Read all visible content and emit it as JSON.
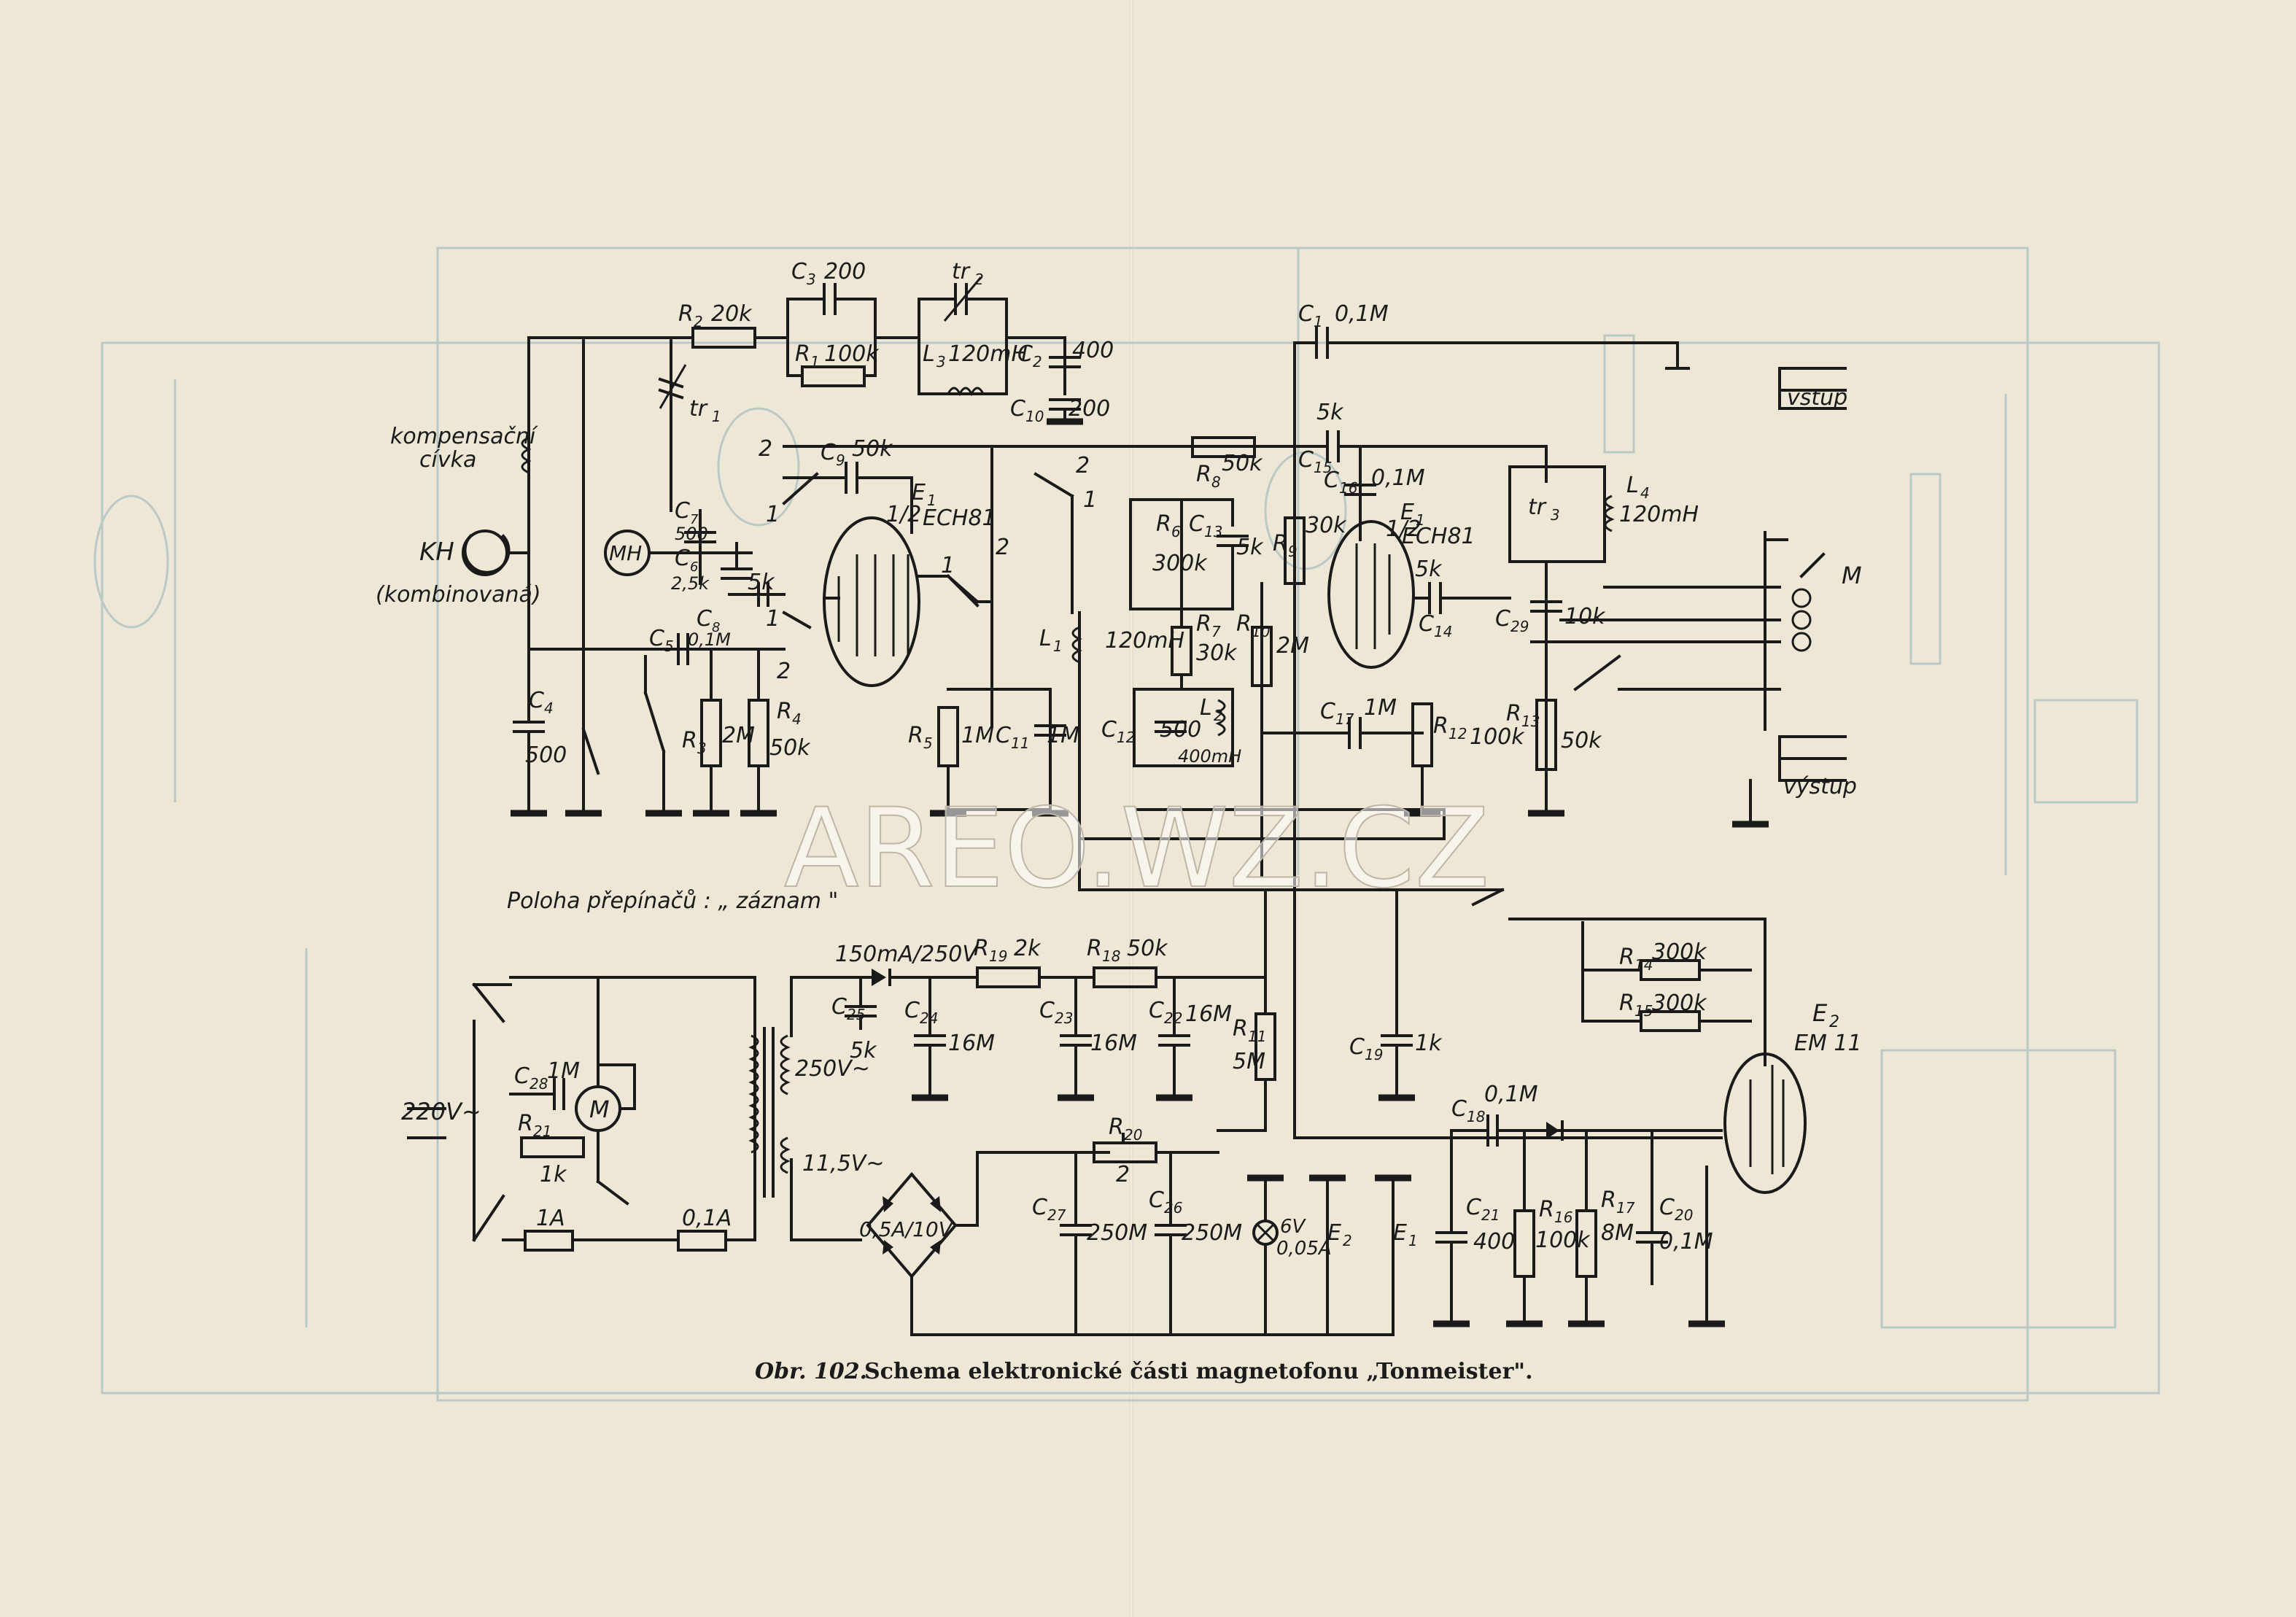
{
  "labels": {
    "R2": "R",
    "R2_sub": "2",
    "R2_val": "20k",
    "C3": "C",
    "C3_sub": "3",
    "C3_val": "200",
    "R1": "R",
    "R1_sub": "1",
    "R1_val": "100k",
    "tr2": "tr",
    "tr2_sub": "2",
    "L3": "L",
    "L3_sub": "3",
    "L3_val": "120mH",
    "C2": "C",
    "C2_sub": "2",
    "C2_val": "400",
    "C10": "C",
    "C10_sub": "10",
    "C10_val": "200",
    "C1": "C",
    "C1_sub": "1",
    "C1_val": "0,1M",
    "tr1": "tr",
    "tr1_sub": "1",
    "kompensacni": "kompensační",
    "civka": "cívka",
    "KH": "KH",
    "kombinovana": "(kombinovaná)",
    "MH": "MH",
    "C7": "C",
    "C7_sub": "7",
    "C7_val": "500",
    "C6": "C",
    "C6_sub": "6",
    "C6_val": "2,5k",
    "C8": "C",
    "C8_sub": "8",
    "C8_val": "5k",
    "C9": "C",
    "C9_sub": "9",
    "C9_val": "50k",
    "E1a": "E",
    "E1a_sub": "1",
    "E1a_half": "1/2",
    "E1a_tube": "ECH81",
    "R8": "R",
    "R8_sub": "8",
    "R8_val": "50k",
    "R6": "R",
    "R6_sub": "6",
    "R6_val": "300k",
    "C13": "C",
    "C13_sub": "13",
    "C13_val": "5k",
    "R7": "R",
    "R7_sub": "7",
    "R7_val": "30k",
    "L1": "L",
    "L1_sub": "1",
    "L1_val": "120mH",
    "R9": "R",
    "R9_sub": "9",
    "R9_val": "30k",
    "R10": "R",
    "R10_sub": "10",
    "R10_val": "2M",
    "C15": "C",
    "C15_sub": "15",
    "C15_val": "5k",
    "C16": "C",
    "C16_sub": "16",
    "C16_val": "0,1M",
    "E1b": "E",
    "E1b_sub": "1",
    "E1b_half": "1/2",
    "E1b_tube": "ECH81",
    "C14": "C",
    "C14_sub": "14",
    "C14_val": "5k",
    "tr3": "tr",
    "tr3_sub": "3",
    "L4": "L",
    "L4_sub": "4",
    "L4_val": "120mH",
    "C29": "C",
    "C29_sub": "29",
    "C29_val": "10k",
    "M_head": "M",
    "vstup": "vstup",
    "vystup": "výstup",
    "R13": "R",
    "R13_sub": "13",
    "R13_val": "50k",
    "R12": "R",
    "R12_sub": "12",
    "R12_val": "100k",
    "C17": "C",
    "C17_sub": "17",
    "C17_val": "1M",
    "C12": "C",
    "C12_sub": "12",
    "C12_val": "500",
    "L2": "L",
    "L2_sub": "2",
    "L2_val": "400mH",
    "R5": "R",
    "R5_sub": "5",
    "R5_val": "1M",
    "C11": "C",
    "C11_sub": "11",
    "C11_val": "1M",
    "C4": "C",
    "C4_sub": "4",
    "C4_val": "500",
    "C5": "C",
    "C5_sub": "5",
    "C5_val": "0,1M",
    "R3": "R",
    "R3_sub": "3",
    "R3_val": "2M",
    "R4": "R",
    "R4_sub": "4",
    "R4_val": "50k",
    "sw_1": "1",
    "sw_2": "2",
    "poloha": "Poloha přepínačů : „ záznam \"",
    "fuse_main": "150mA/250V",
    "R19": "R",
    "R19_sub": "19",
    "R19_val": "2k",
    "R18": "R",
    "R18_sub": "18",
    "R18_val": "50k",
    "C25": "C",
    "C25_sub": "25",
    "C25_val": "5k",
    "C24": "C",
    "C24_sub": "24",
    "C24_val": "16M",
    "C23": "C",
    "C23_sub": "23",
    "C23_val": "16M",
    "C22": "C",
    "C22_sub": "22",
    "C22_val": "16M",
    "R11": "R",
    "R11_sub": "11",
    "R11_val": "5M",
    "C19": "C",
    "C19_sub": "19",
    "C19_val": "1k",
    "R14": "R",
    "R14_sub": "14",
    "R14_val": "300k",
    "R15": "R",
    "R15_sub": "15",
    "R15_val": "300k",
    "E2": "E",
    "E2_sub": "2",
    "E2_tube": "EM 11",
    "C18": "C",
    "C18_sub": "18",
    "C18_val": "0,1M",
    "C28": "C",
    "C28_sub": "28",
    "C28_val": "1M",
    "motor": "M",
    "R21": "R",
    "R21_sub": "21",
    "R21_val": "1k",
    "mains": "220V~",
    "v250": "250V~",
    "v11": "11,5V~",
    "fuse1": "1A",
    "fuse2": "0,1A",
    "R20": "R",
    "R20_sub": "20",
    "R20_val": "2",
    "bridge": "0,5A/10V",
    "C27": "C",
    "C27_sub": "27",
    "C27_val": "250M",
    "C26": "C",
    "C26_sub": "26",
    "C26_val": "250M",
    "lamp": "6V",
    "lamp2": "0,05A",
    "E2b": "E",
    "E2b_sub": "2",
    "E1c": "E",
    "E1c_sub": "1",
    "C21": "C",
    "C21_sub": "21",
    "C21_val": "400",
    "R16": "R",
    "R16_sub": "16",
    "R16_val": "100k",
    "R17": "R",
    "R17_sub": "17",
    "R17_val": "8M",
    "C20": "C",
    "C20_sub": "20",
    "C20_val": "0,1M"
  },
  "caption": {
    "prefix": "Obr. 102.",
    "text": "Schema elektronické části magnetofonu „Tonmeister\"."
  },
  "watermark": "AREO.WZ.CZ",
  "colors": {
    "paper": "#efe7d6",
    "ink": "#1a1a1a",
    "ghost": "#b9c9c6"
  }
}
